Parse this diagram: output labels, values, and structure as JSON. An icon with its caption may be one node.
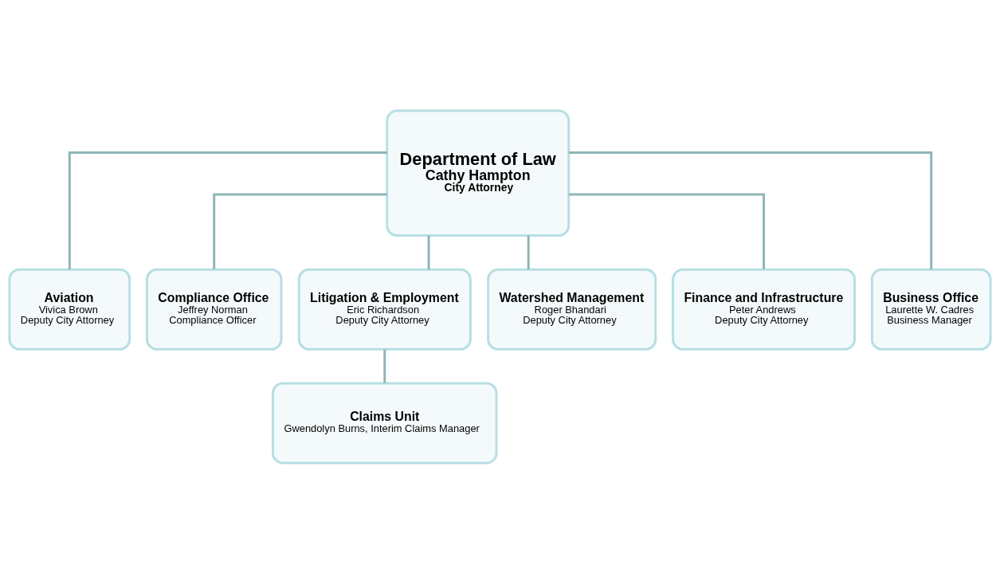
{
  "diagram": {
    "nodes": [
      {
        "text": [
          "Department of Law",
          "Cathy Hampton",
          "City Attorney"
        ]
      },
      {
        "text": [
          "Aviation",
          "Vivica Brown",
          "Deputy City Attorney"
        ]
      },
      {
        "text": [
          "Compliance Office",
          "Jeffrey Norman",
          "Compliance Officer"
        ]
      },
      {
        "text": [
          "Litigation & Employment",
          "Eric Richardson",
          "Deputy City Attorney"
        ]
      },
      {
        "text": [
          "Watershed Management",
          "Roger Bhandari",
          "Deputy City Attorney"
        ]
      },
      {
        "text": [
          "Finance and Infrastructure",
          "Peter Andrews",
          "Deputy City Attorney"
        ]
      },
      {
        "text": [
          "Business Office",
          "Laurette W. Cadres",
          "Business Manager"
        ]
      },
      {
        "text": [
          "Claims Unit",
          "Gwendolyn Burns, Interim Claims Manager"
        ]
      }
    ],
    "edges": [
      {
        "from": 0,
        "to": 1,
        "arrow": "none"
      },
      {
        "from": 0,
        "to": 2,
        "arrow": "none"
      },
      {
        "from": 0,
        "to": 3,
        "arrow": "none"
      },
      {
        "from": 0,
        "to": 4,
        "arrow": "none"
      },
      {
        "from": 0,
        "to": 5,
        "arrow": "none"
      },
      {
        "from": 0,
        "to": 6,
        "arrow": "none"
      },
      {
        "from": 3,
        "to": 7,
        "arrow": "none"
      }
    ]
  }
}
